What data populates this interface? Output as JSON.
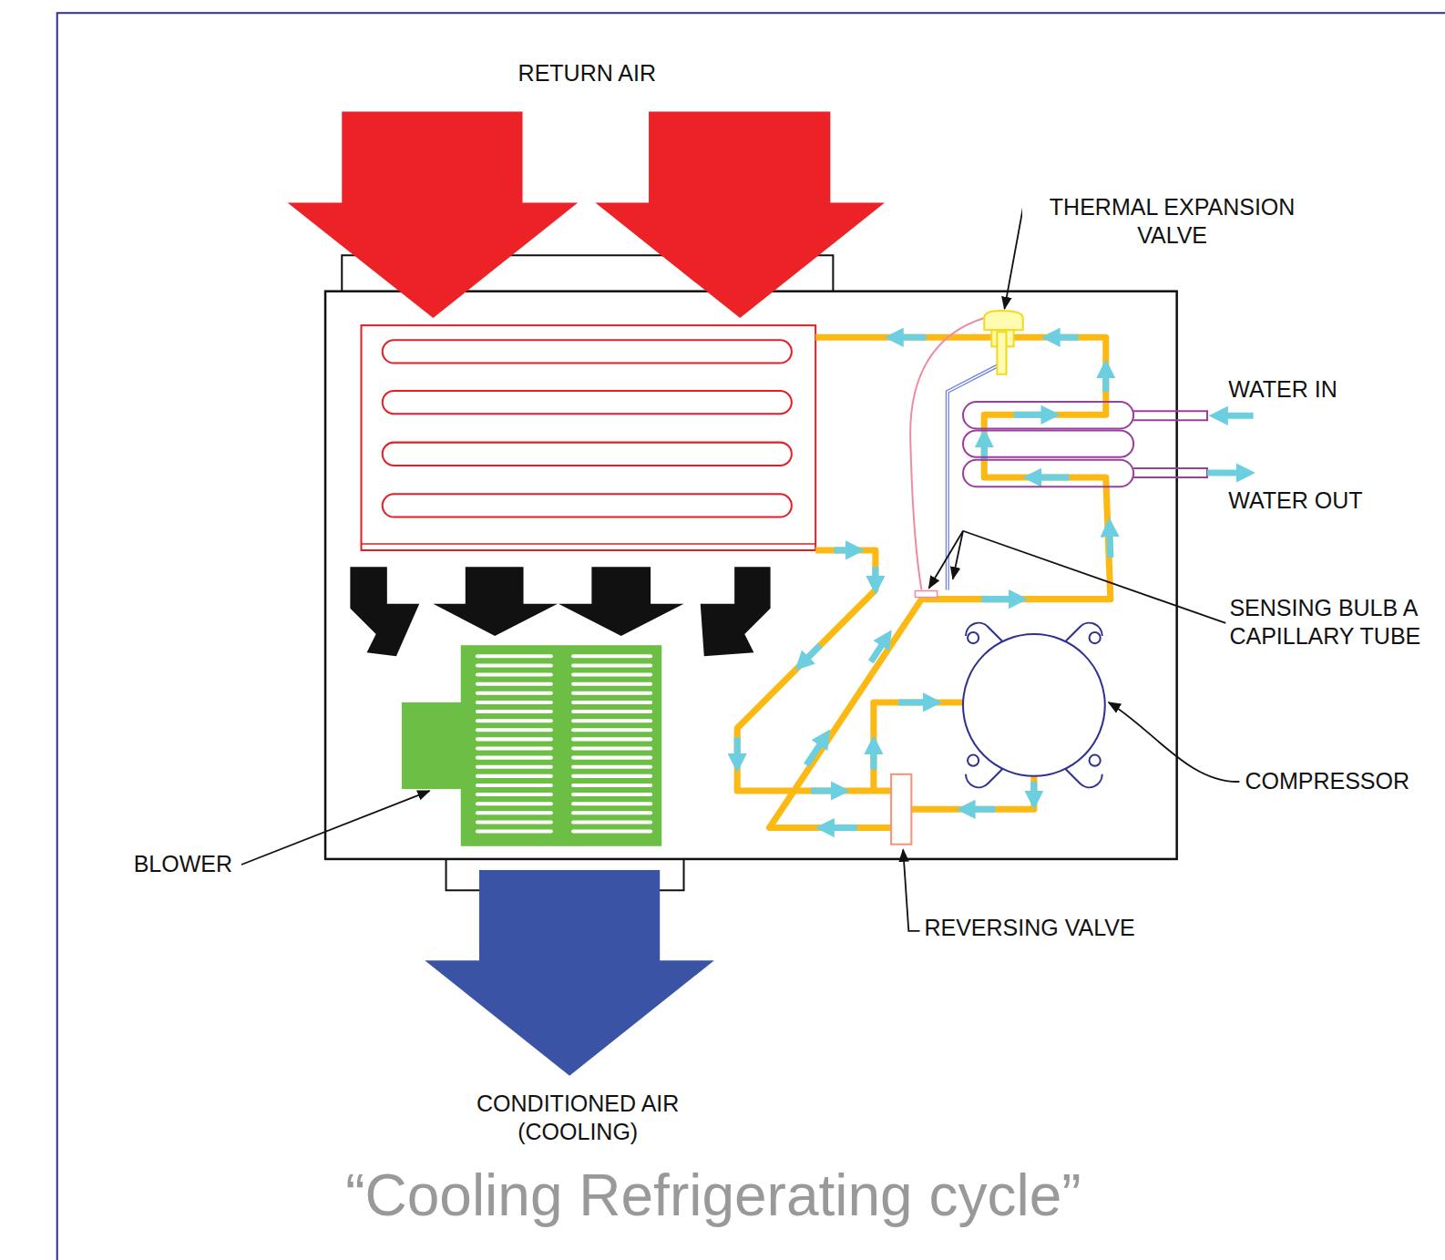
{
  "diagram": {
    "caption": "“Cooling Refrigerating cycle”",
    "labels": [
      "RETURN AIR",
      "THERMAL EXPANSION VALVE",
      "WATER IN",
      "WATER OUT",
      "SENSING BULB A CAPILLARY TUBE",
      "COMPRESSOR",
      "BLOWER",
      "REVERSING VALVE",
      "CONDITIONED AIR (COOLING)"
    ]
  }
}
